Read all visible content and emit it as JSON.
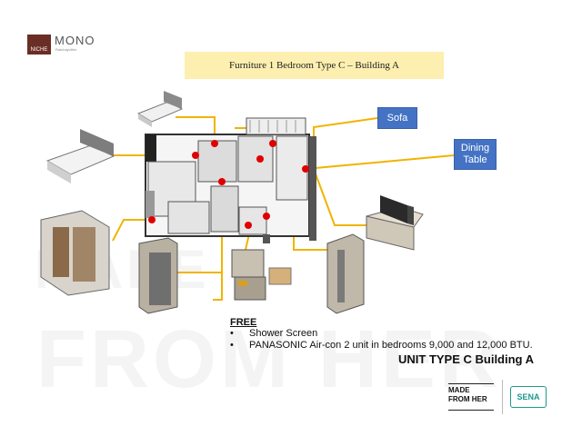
{
  "logo": {
    "box_text": "NICHE",
    "word": "MONO",
    "sub": "Ratchayothin"
  },
  "banner": {
    "title": "Furniture 1 Bedroom Type C – Building A"
  },
  "callouts": {
    "sofa": "Sofa",
    "dining": "Dining Table"
  },
  "watermark": {
    "line1": "MADE",
    "line2": "FROM HER"
  },
  "free": {
    "title": "FREE",
    "items": [
      {
        "bullet": "•",
        "text": "Shower Screen"
      },
      {
        "bullet": "•",
        "text": "PANASONIC Air-con 2 unit in bedrooms 9,000 and 12,000 BTU."
      }
    ]
  },
  "unit_title": "UNIT TYPE C Building A",
  "brands": {
    "made_from_her_line1": "MADE",
    "made_from_her_line2": "FROM HER",
    "sena": "SENA"
  },
  "colors": {
    "leader": "#f0b400",
    "marker": "#e00000",
    "callout": "#4472c4",
    "banner": "#fcefb0"
  }
}
